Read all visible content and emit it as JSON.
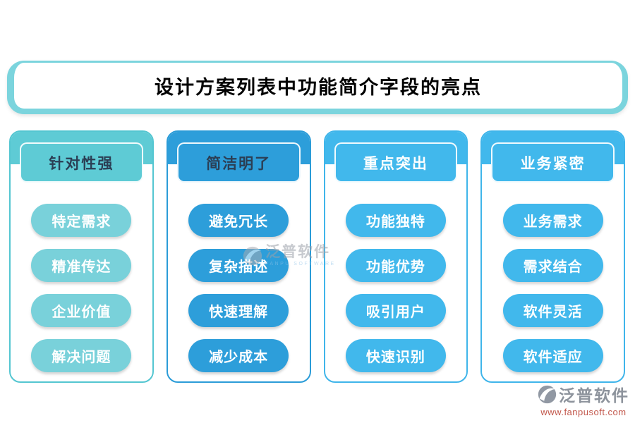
{
  "title": "设计方案列表中功能简介字段的亮点",
  "columns": [
    {
      "header": "针对性强",
      "theme": "teal",
      "items": [
        "特定需求",
        "精准传达",
        "企业价值",
        "解决问题"
      ]
    },
    {
      "header": "简洁明了",
      "theme": "blue",
      "items": [
        "避免冗长",
        "复杂描述",
        "快速理解",
        "减少成本"
      ]
    },
    {
      "header": "重点突出",
      "theme": "lightblue",
      "items": [
        "功能独特",
        "功能优势",
        "吸引用户",
        "快速识别"
      ]
    },
    {
      "header": "业务紧密",
      "theme": "lightblue",
      "items": [
        "业务需求",
        "需求结合",
        "软件灵活",
        "软件适应"
      ]
    }
  ],
  "watermark": {
    "brand": "泛普软件",
    "subtext": "FANPU SOFTWARE"
  },
  "footer": {
    "brand": "泛普软件",
    "url": "www.fanpusoft.com"
  },
  "colors": {
    "title_border": "#7bd4dd",
    "teal_band": "#5ecbd5",
    "teal_pill": "#79d1da",
    "blue": "#2d9eda",
    "lightblue": "#41b8ec",
    "header_text_dark": "#2b3e54",
    "pill_text": "#ffffff",
    "footer_brand_gray": "#8d939c",
    "footer_url_red": "#c2574b"
  }
}
